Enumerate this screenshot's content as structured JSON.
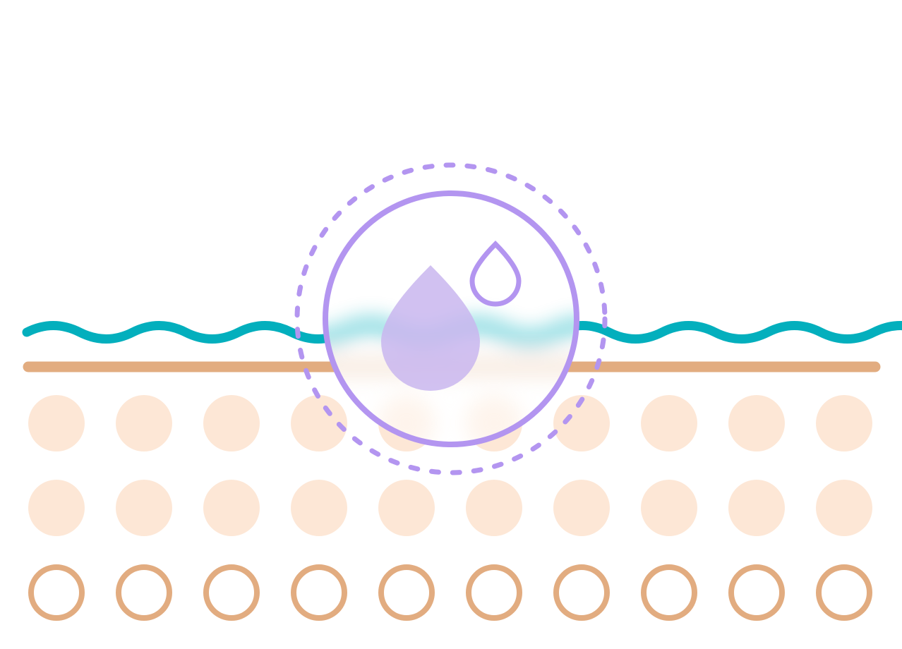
{
  "colors": {
    "wave": "#03afbd",
    "line": "#e2ac80",
    "dot_fill": "#fde7d6",
    "ring_stroke": "#e2ac80",
    "accent": "#b395f0",
    "drop_fill": "#c9b6ee"
  },
  "grid": {
    "columns": 10,
    "filled_rows": 2,
    "ring_rows": 1
  },
  "icons": [
    "water-drop-icon",
    "water-drop-outline-icon",
    "magnifier-lens"
  ]
}
